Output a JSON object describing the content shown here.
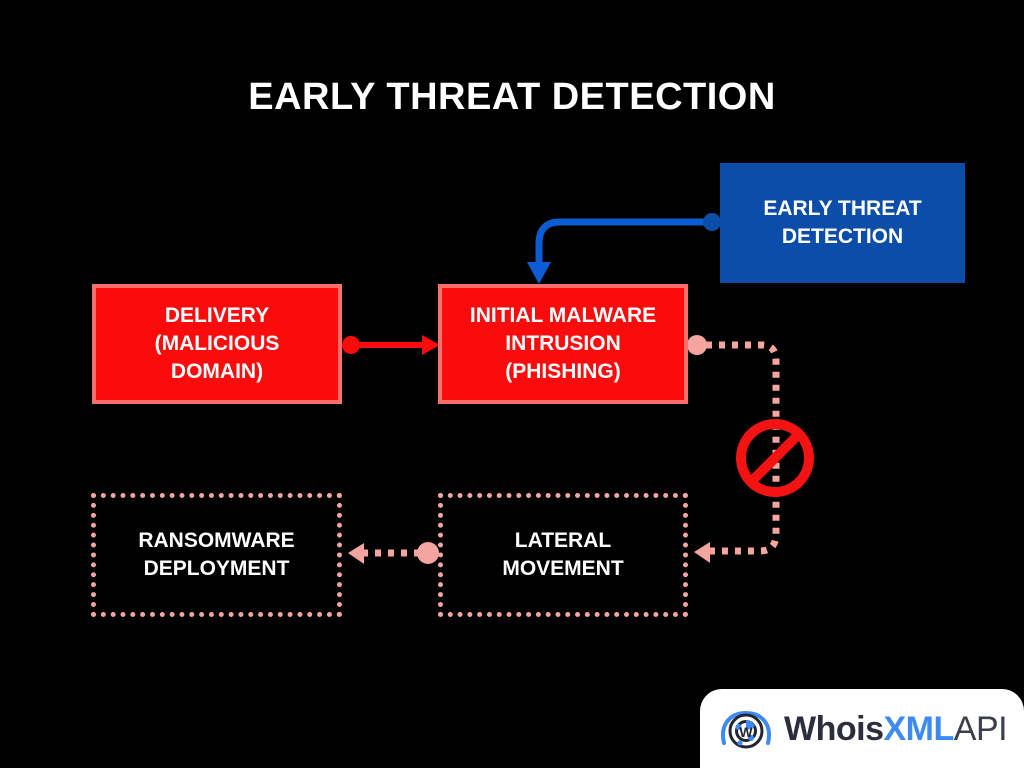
{
  "slide": {
    "title": "EARLY THREAT DETECTION",
    "background_color": "#000000"
  },
  "colors": {
    "red_fill": "#fb0b0b",
    "red_border": "#f7716a",
    "blue_fill": "#0b4da8",
    "blue_arrow": "#0b5cd5",
    "pink_dotted": "#f4a5a0",
    "prohibition_red": "#f41313",
    "text_on_box": "#ffffff"
  },
  "nodes": [
    {
      "id": "delivery",
      "label": "DELIVERY\n(MALICIOUS\nDOMAIN)",
      "lines": [
        "DELIVERY",
        "(MALICIOUS",
        "DOMAIN)"
      ],
      "style": "red-filled"
    },
    {
      "id": "initial-malware",
      "label": "INITIAL MALWARE INTRUSION (PHISHING)",
      "lines": [
        "INITIAL MALWARE",
        "INTRUSION",
        "(PHISHING)"
      ],
      "style": "red-filled"
    },
    {
      "id": "early-threat-detection",
      "label": "EARLY THREAT DETECTION",
      "lines": [
        "EARLY THREAT",
        "DETECTION"
      ],
      "style": "blue-filled"
    },
    {
      "id": "ransomware-deployment",
      "label": "RANSOMWARE DEPLOYMENT",
      "lines": [
        "RANSOMWARE",
        "DEPLOYMENT"
      ],
      "style": "pink-dotted"
    },
    {
      "id": "lateral-movement",
      "label": "LATERAL MOVEMENT",
      "lines": [
        "LATERAL",
        "MOVEMENT"
      ],
      "style": "pink-dotted"
    }
  ],
  "connectors": [
    {
      "id": "delivery-to-initial",
      "from": "delivery",
      "to": "initial-malware",
      "style": "solid-red-arrow"
    },
    {
      "id": "detection-to-initial",
      "from": "early-threat-detection",
      "to": "initial-malware",
      "style": "solid-blue-elbow-arrow"
    },
    {
      "id": "initial-to-lateral",
      "from": "initial-malware",
      "to": "lateral-movement",
      "style": "dotted-pink-elbow-arrow-blocked"
    },
    {
      "id": "lateral-to-ransomware",
      "from": "lateral-movement",
      "to": "ransomware-deployment",
      "style": "dotted-pink-arrow"
    }
  ],
  "markers": [
    {
      "id": "blocked-sign",
      "name": "prohibition-sign",
      "meaning": "attack chain blocked"
    }
  ],
  "logo": {
    "brand_part_1": "Whois",
    "brand_part_2": "XML",
    "brand_part_3": "API",
    "mark_letter": "W"
  }
}
